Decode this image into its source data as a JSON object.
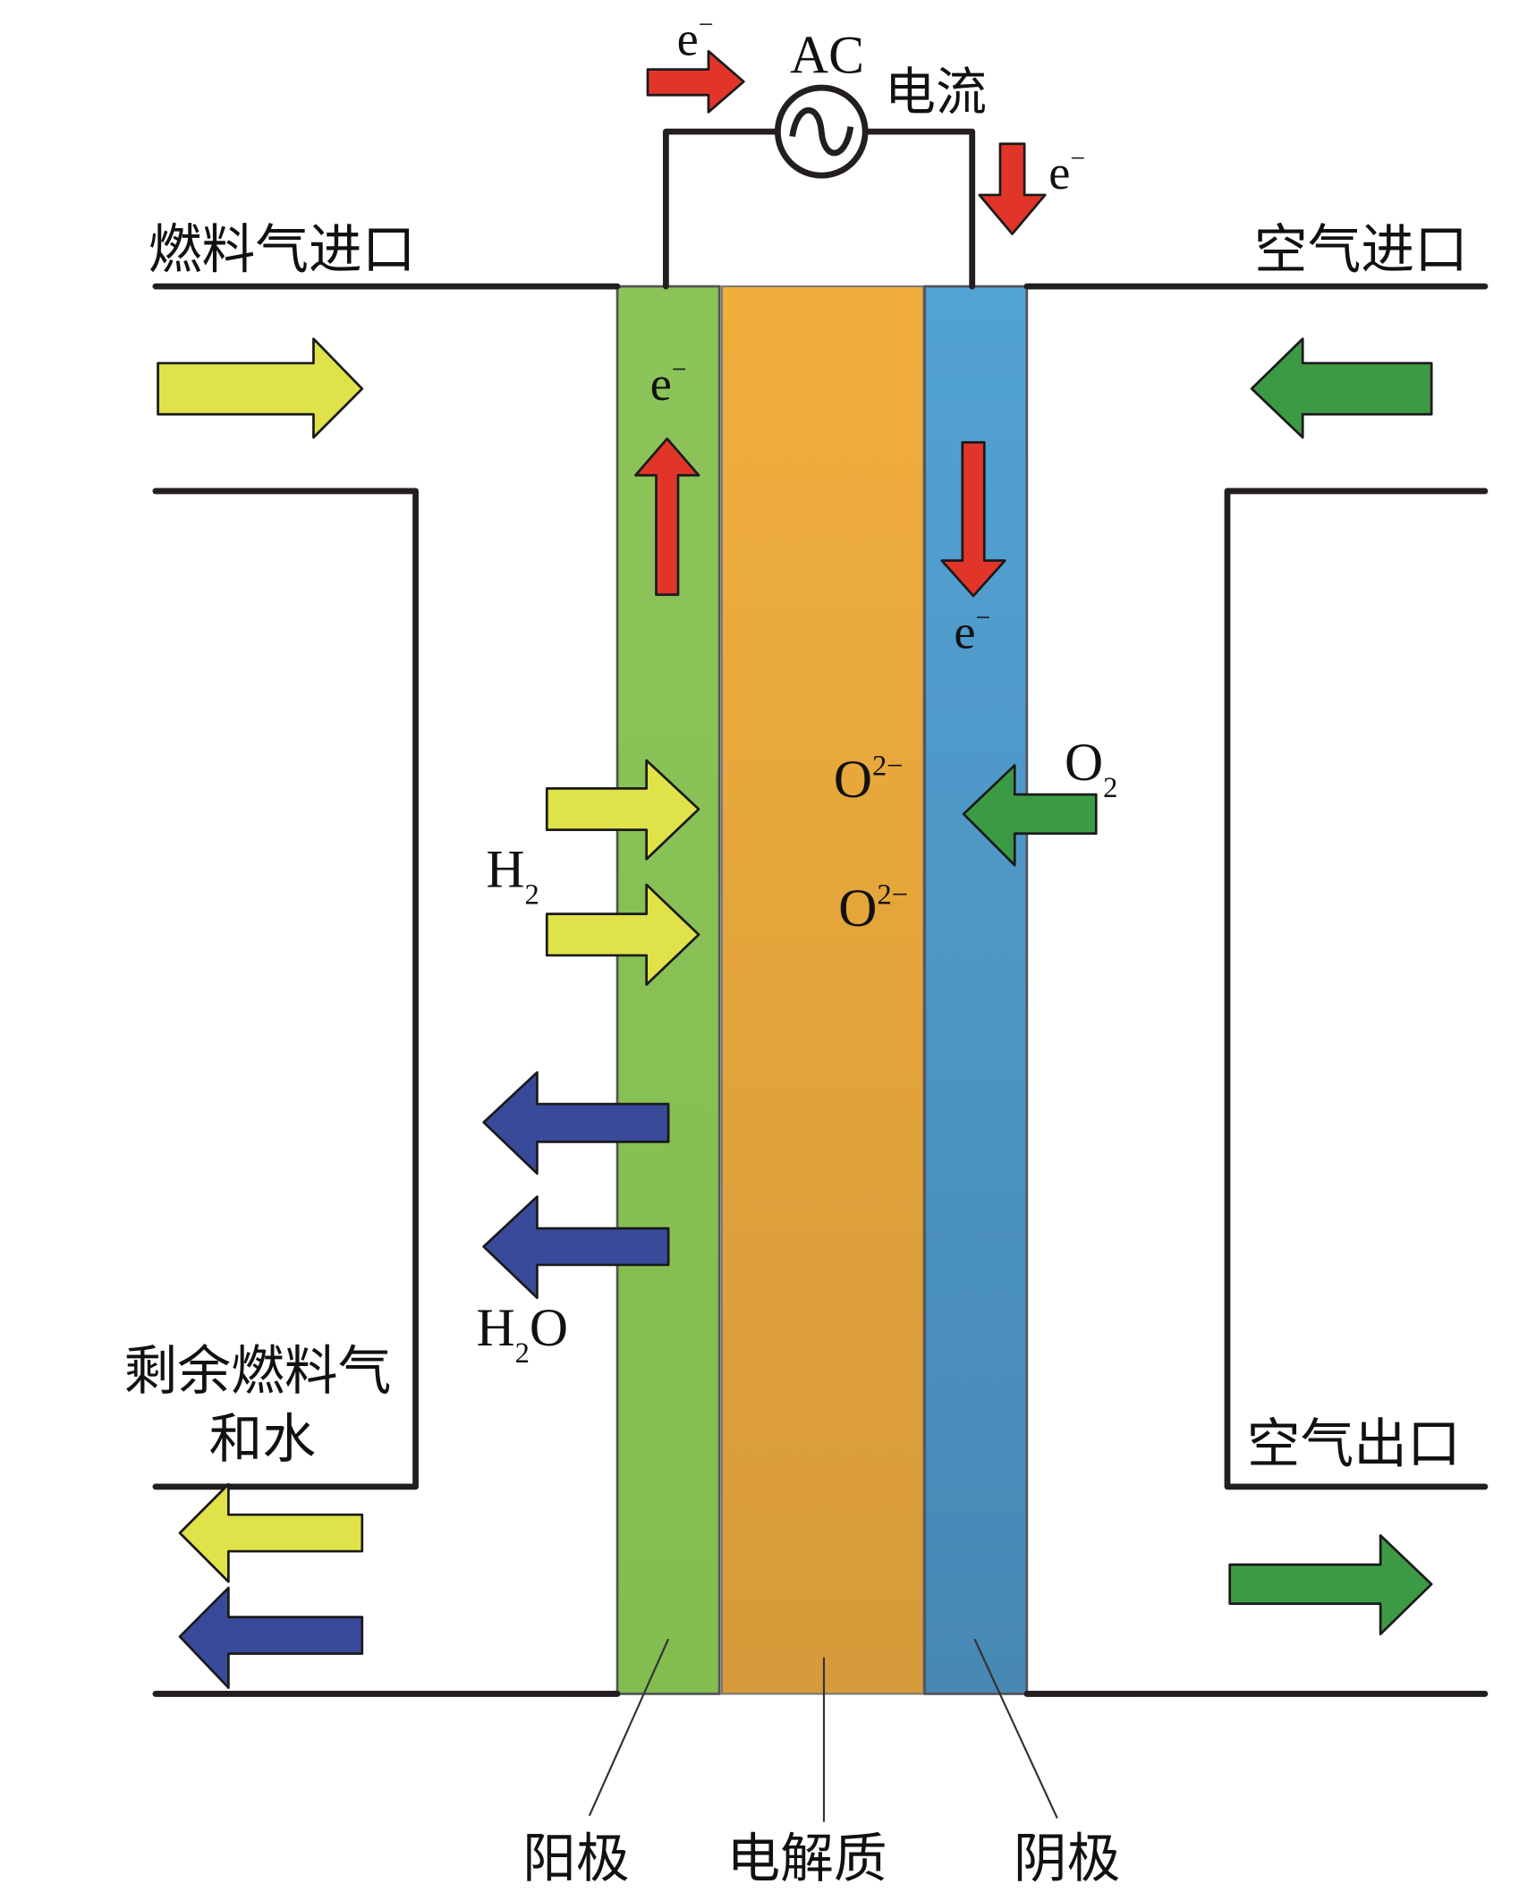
{
  "diagram": {
    "title": "Solid oxide fuel cell working principle",
    "colors": {
      "anode": "#88c057",
      "electrolyte": "#e3a23b",
      "cathode": "#4d95c4",
      "fuel_arrow": "#e0e24a",
      "air_arrow": "#3d9a44",
      "water_arrow": "#3a4a9a",
      "electron_arrow": "#e2352a",
      "wire": "#231f20"
    },
    "circuit": {
      "source_label": "AC",
      "current_label": "电流",
      "electron_left": "e",
      "electron_right": "e",
      "electron_sup": "−"
    },
    "labels": {
      "fuel_inlet": "燃料气进口",
      "air_inlet": "空气进口",
      "residual_line1": "剩余燃料气",
      "residual_line2": "和水",
      "air_outlet": "空气出口",
      "anode": "阳极",
      "electrolyte": "电解质",
      "cathode": "阴极"
    },
    "species": {
      "anode_electron": "e",
      "cathode_electron": "e",
      "electron_sup": "−",
      "oxide_ion_1": "O",
      "oxide_ion_2": "O",
      "oxide_sup": "2−",
      "hydrogen": "H",
      "hydrogen_sub": "2",
      "oxygen": "O",
      "oxygen_sub": "2",
      "water_h": "H",
      "water_sub": "2",
      "water_o": "O"
    }
  }
}
